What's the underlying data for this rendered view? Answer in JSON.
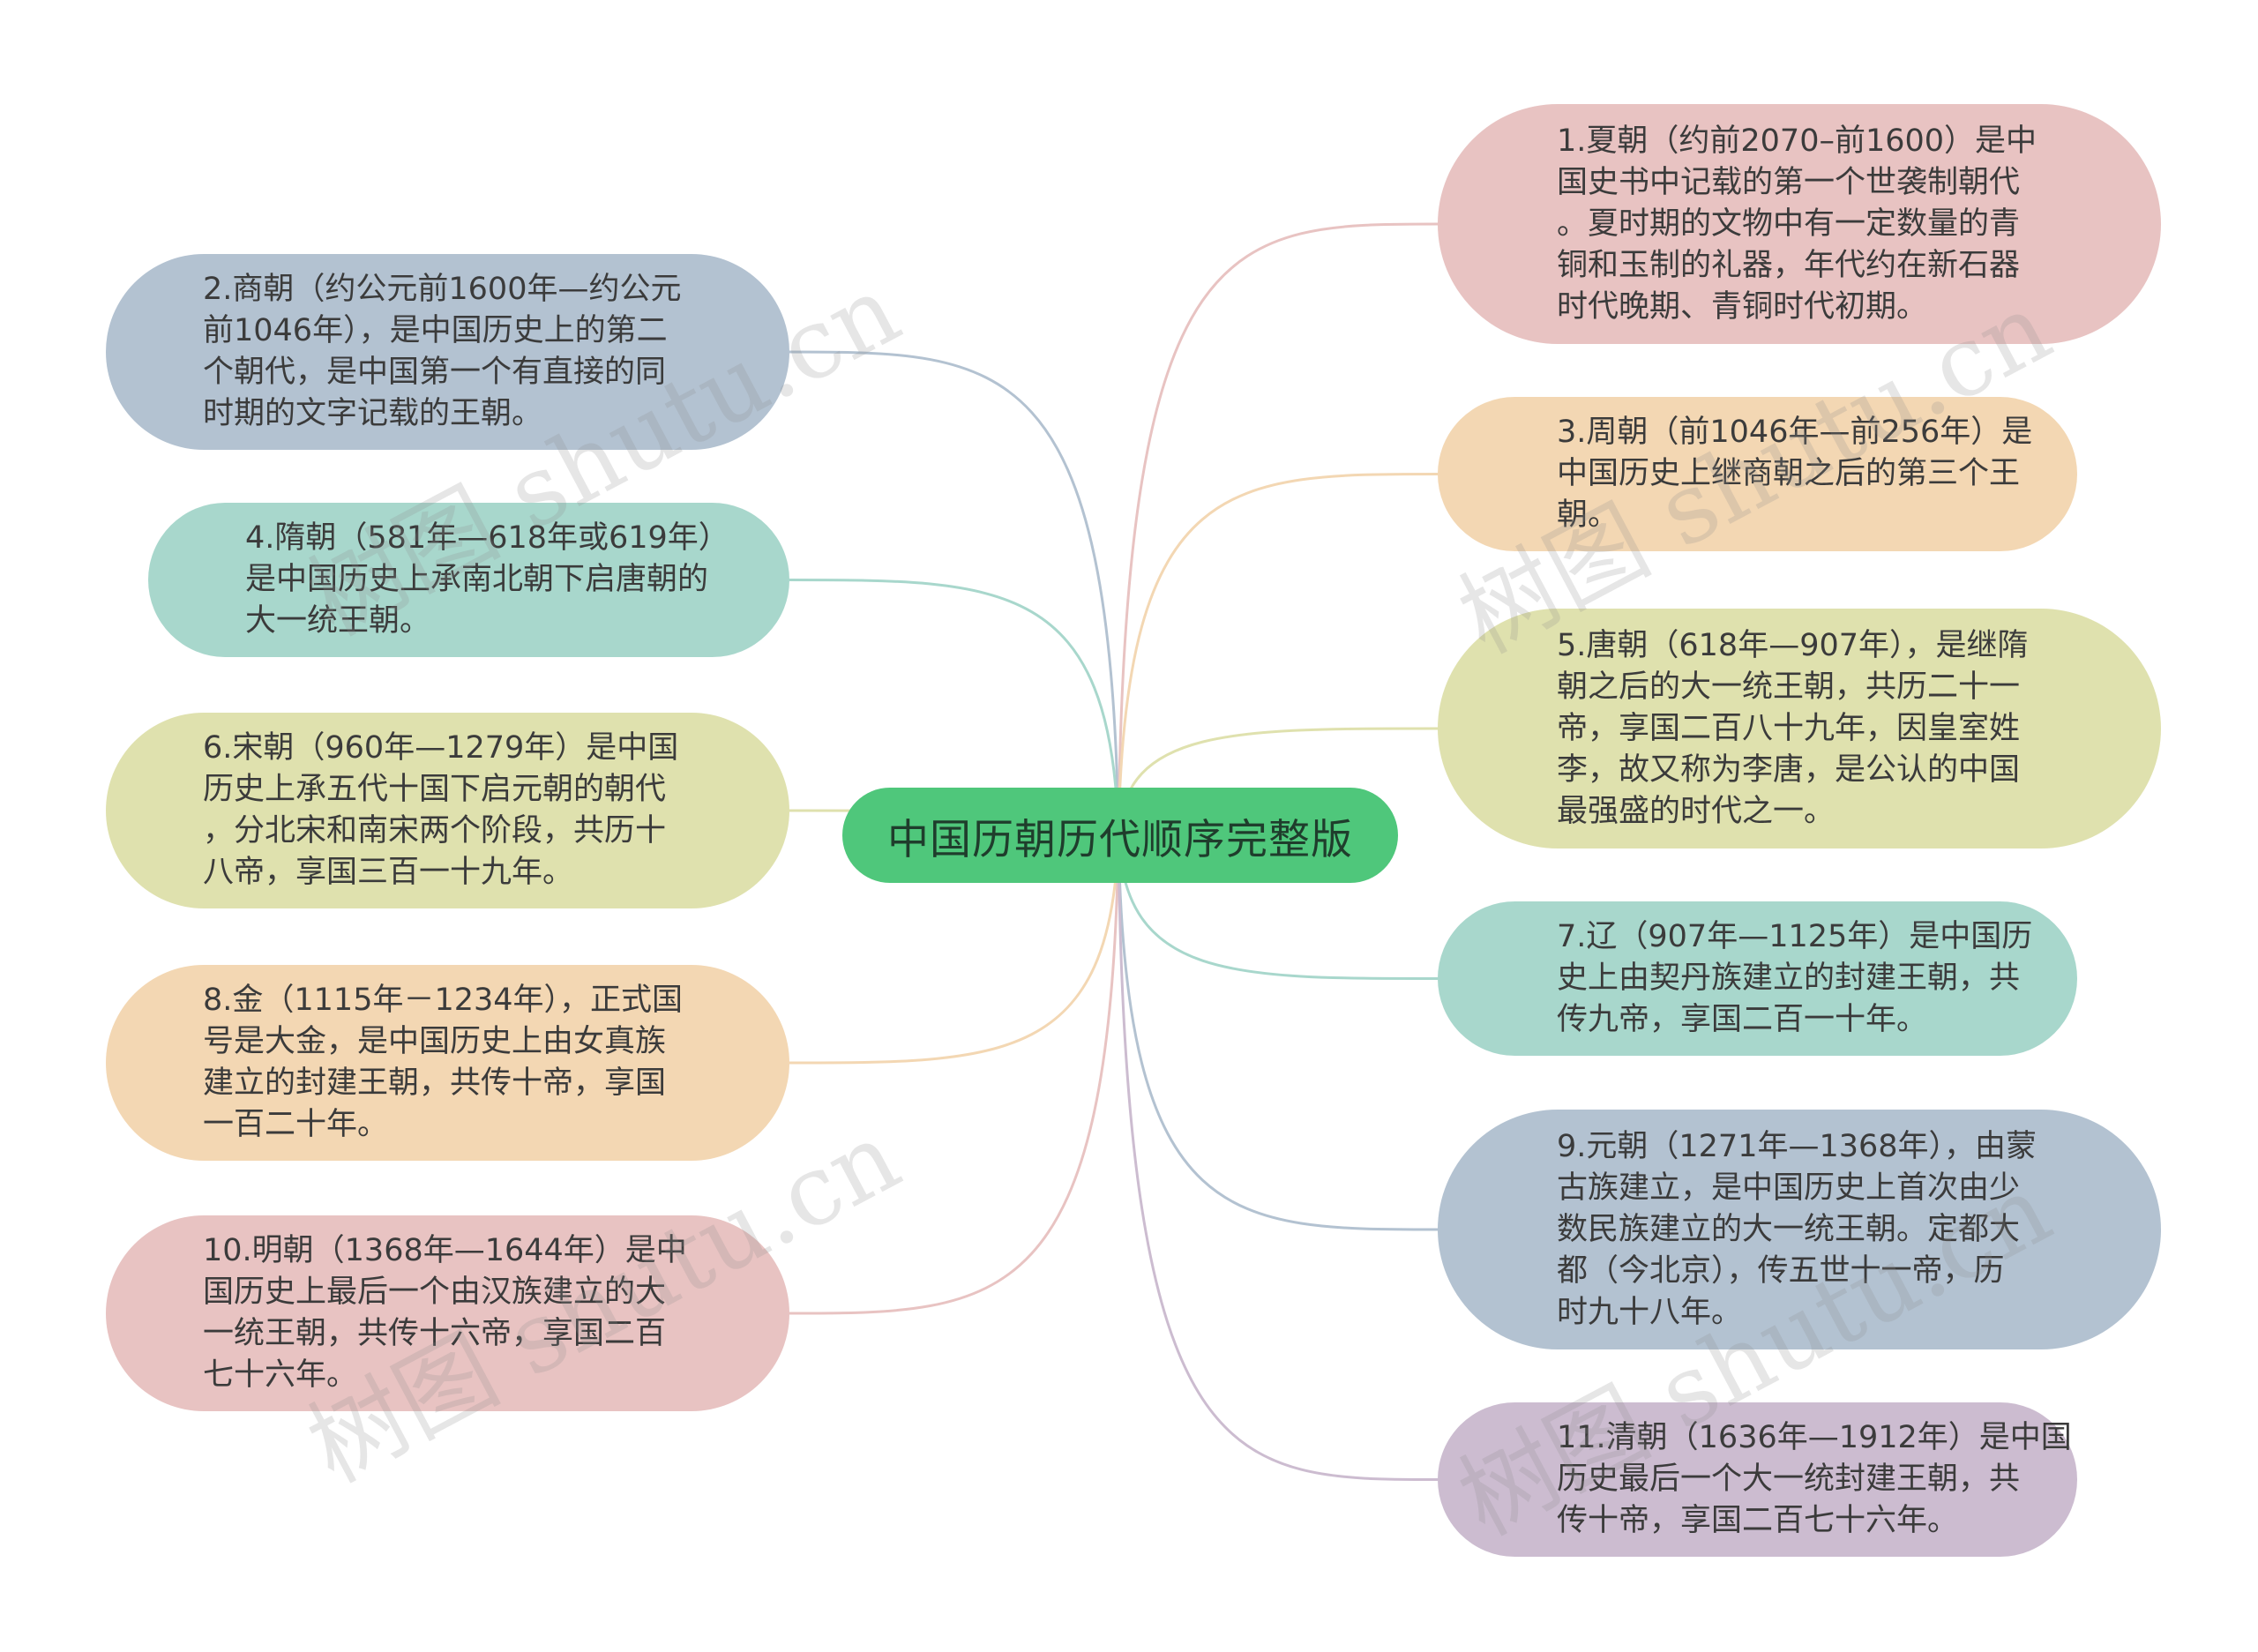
{
  "root": {
    "label": "中国历朝历代顺序完整版",
    "color": "#4fc77b"
  },
  "watermark": "树图 shutu.cn",
  "colors": {
    "pink": "#e8c3c2",
    "blue": "#b3c2d1",
    "teal": "#a8d7cc",
    "olive": "#dfe1ae",
    "peach": "#f3d7b3",
    "purple": "#ccbcd0"
  },
  "left_nodes": [
    {
      "id": "shang",
      "color": "blue",
      "text": "2.商朝（约公元前1600年—约公元\n前1046年），是中国历史上的第二\n个朝代，是中国第一个有直接的同\n时期的文字记载的王朝。"
    },
    {
      "id": "sui",
      "color": "teal",
      "text": "4.隋朝（581年—618年或619年）\n是中国历史上承南北朝下启唐朝的\n大一统王朝。"
    },
    {
      "id": "song",
      "color": "olive",
      "text": "6.宋朝（960年—1279年）是中国\n历史上承五代十国下启元朝的朝代\n，分北宋和南宋两个阶段，共历十\n八帝，享国三百一十九年。"
    },
    {
      "id": "jin",
      "color": "peach",
      "text": "8.金（1115年－1234年），正式国\n号是大金，是中国历史上由女真族\n建立的封建王朝，共传十帝，享国\n一百二十年。"
    },
    {
      "id": "ming",
      "color": "pink",
      "text": "10.明朝（1368年—1644年）是中\n国历史上最后一个由汉族建立的大\n一统王朝，共传十六帝，享国二百\n七十六年。"
    }
  ],
  "right_nodes": [
    {
      "id": "xia",
      "color": "pink",
      "text": "1.夏朝（约前2070–前1600）是中\n国史书中记载的第一个世袭制朝代\n。夏时期的文物中有一定数量的青\n铜和玉制的礼器，年代约在新石器\n时代晚期、青铜时代初期。"
    },
    {
      "id": "zhou",
      "color": "peach",
      "text": "3.周朝（前1046年—前256年）是\n中国历史上继商朝之后的第三个王\n朝。"
    },
    {
      "id": "tang",
      "color": "olive",
      "text": "5.唐朝（618年—907年），是继隋\n朝之后的大一统王朝，共历二十一\n帝，享国二百八十九年，因皇室姓\n李，故又称为李唐，是公认的中国\n最强盛的时代之一。"
    },
    {
      "id": "liao",
      "color": "teal",
      "text": "7.辽（907年—1125年）是中国历\n史上由契丹族建立的封建王朝，共\n传九帝，享国二百一十年。"
    },
    {
      "id": "yuan",
      "color": "blue",
      "text": "9.元朝（1271年—1368年），由蒙\n古族建立，是中国历史上首次由少\n数民族建立的大一统王朝。定都大\n都（今北京），传五世十一帝，历\n时九十八年。"
    },
    {
      "id": "qing",
      "color": "purple",
      "text": "11.清朝（1636年—1912年）是中国\n历史最后一个大一统封建王朝，共\n传十帝，享国二百七十六年。"
    }
  ]
}
